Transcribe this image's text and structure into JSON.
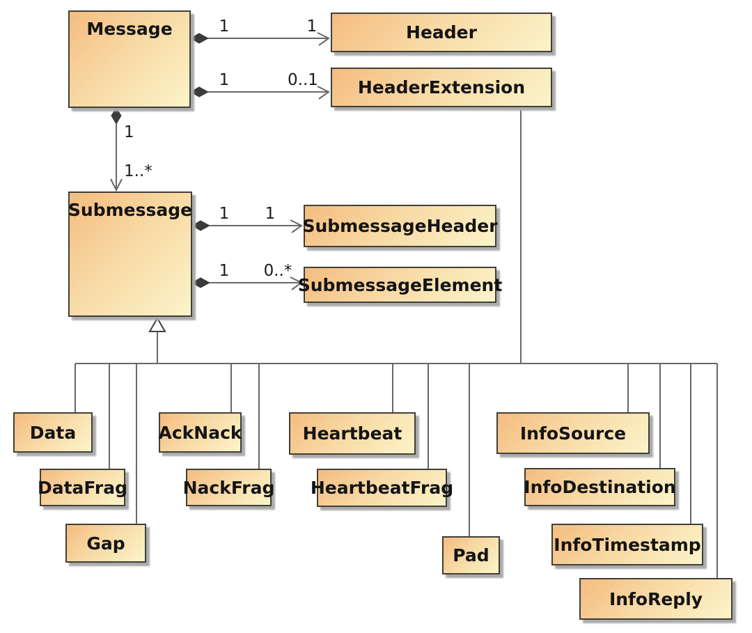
{
  "diagram": {
    "kind": "uml-class-diagram",
    "background": "#FFFFFF"
  },
  "classes": [
    {
      "name": "Message"
    },
    {
      "name": "Header"
    },
    {
      "name": "HeaderExtension"
    },
    {
      "name": "Submessage"
    },
    {
      "name": "SubmessageHeader"
    },
    {
      "name": "SubmessageElement"
    },
    {
      "name": "Data"
    },
    {
      "name": "DataFrag"
    },
    {
      "name": "Gap"
    },
    {
      "name": "AckNack"
    },
    {
      "name": "NackFrag"
    },
    {
      "name": "Heartbeat"
    },
    {
      "name": "HeartbeatFrag"
    },
    {
      "name": "Pad"
    },
    {
      "name": "InfoSource"
    },
    {
      "name": "InfoDestination"
    },
    {
      "name": "InfoTimestamp"
    },
    {
      "name": "InfoReply"
    }
  ],
  "associations": [
    {
      "source": "Message",
      "target": "Header",
      "relation": "composition",
      "source_mult": "1",
      "target_mult": "1"
    },
    {
      "source": "Message",
      "target": "HeaderExtension",
      "relation": "composition",
      "source_mult": "1",
      "target_mult": "0..1"
    },
    {
      "source": "Message",
      "target": "Submessage",
      "relation": "composition",
      "source_mult": "1",
      "target_mult": "1..*"
    },
    {
      "source": "Submessage",
      "target": "SubmessageHeader",
      "relation": "composition",
      "source_mult": "1",
      "target_mult": "1"
    },
    {
      "source": "Submessage",
      "target": "SubmessageElement",
      "relation": "composition",
      "source_mult": "1",
      "target_mult": "0..*"
    }
  ],
  "generalization": {
    "parent": "Submessage",
    "children": [
      "HeaderExtension",
      "Data",
      "DataFrag",
      "Gap",
      "AckNack",
      "NackFrag",
      "Heartbeat",
      "HeartbeatFrag",
      "Pad",
      "InfoSource",
      "InfoDestination",
      "InfoTimestamp",
      "InfoReply"
    ]
  },
  "colors": {
    "node_fill_start": "#F4BC80",
    "node_fill_end": "#FBF4C9",
    "node_border": "#3F3F38",
    "connector": "#67676B",
    "shadow": "#ABABAB",
    "text": "#141414",
    "background": "#FFFFFF"
  }
}
